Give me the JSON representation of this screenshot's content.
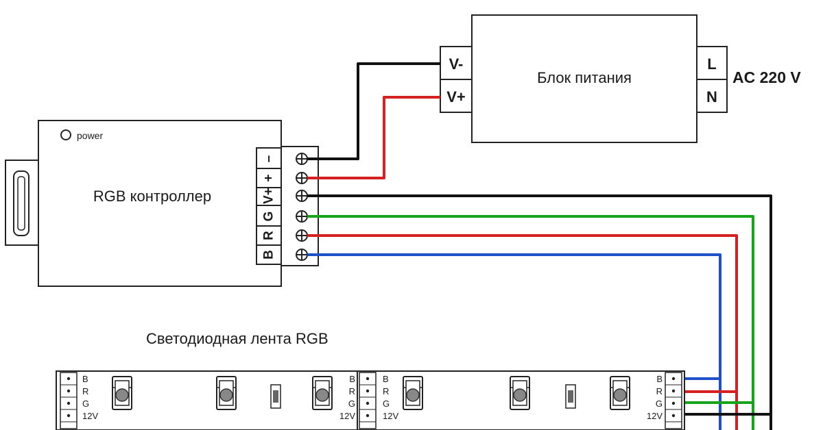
{
  "power_supply": {
    "label": "Блок питания",
    "terminal_vminus": "V-",
    "terminal_vplus": "V+",
    "terminal_l": "L",
    "terminal_n": "N",
    "ac_label": "AC 220 V"
  },
  "controller": {
    "label": "RGB контроллер",
    "power_label": "power",
    "pins": [
      "–",
      "+",
      "V+",
      "G",
      "R",
      "B"
    ]
  },
  "strip": {
    "label": "Светодиодная лента RGB",
    "pins": [
      "B",
      "R",
      "G",
      "12V"
    ]
  },
  "colors": {
    "black_wire": "#111111",
    "red_wire": "#d42020",
    "green_wire": "#17a31a",
    "blue_wire": "#1f4fc9"
  }
}
